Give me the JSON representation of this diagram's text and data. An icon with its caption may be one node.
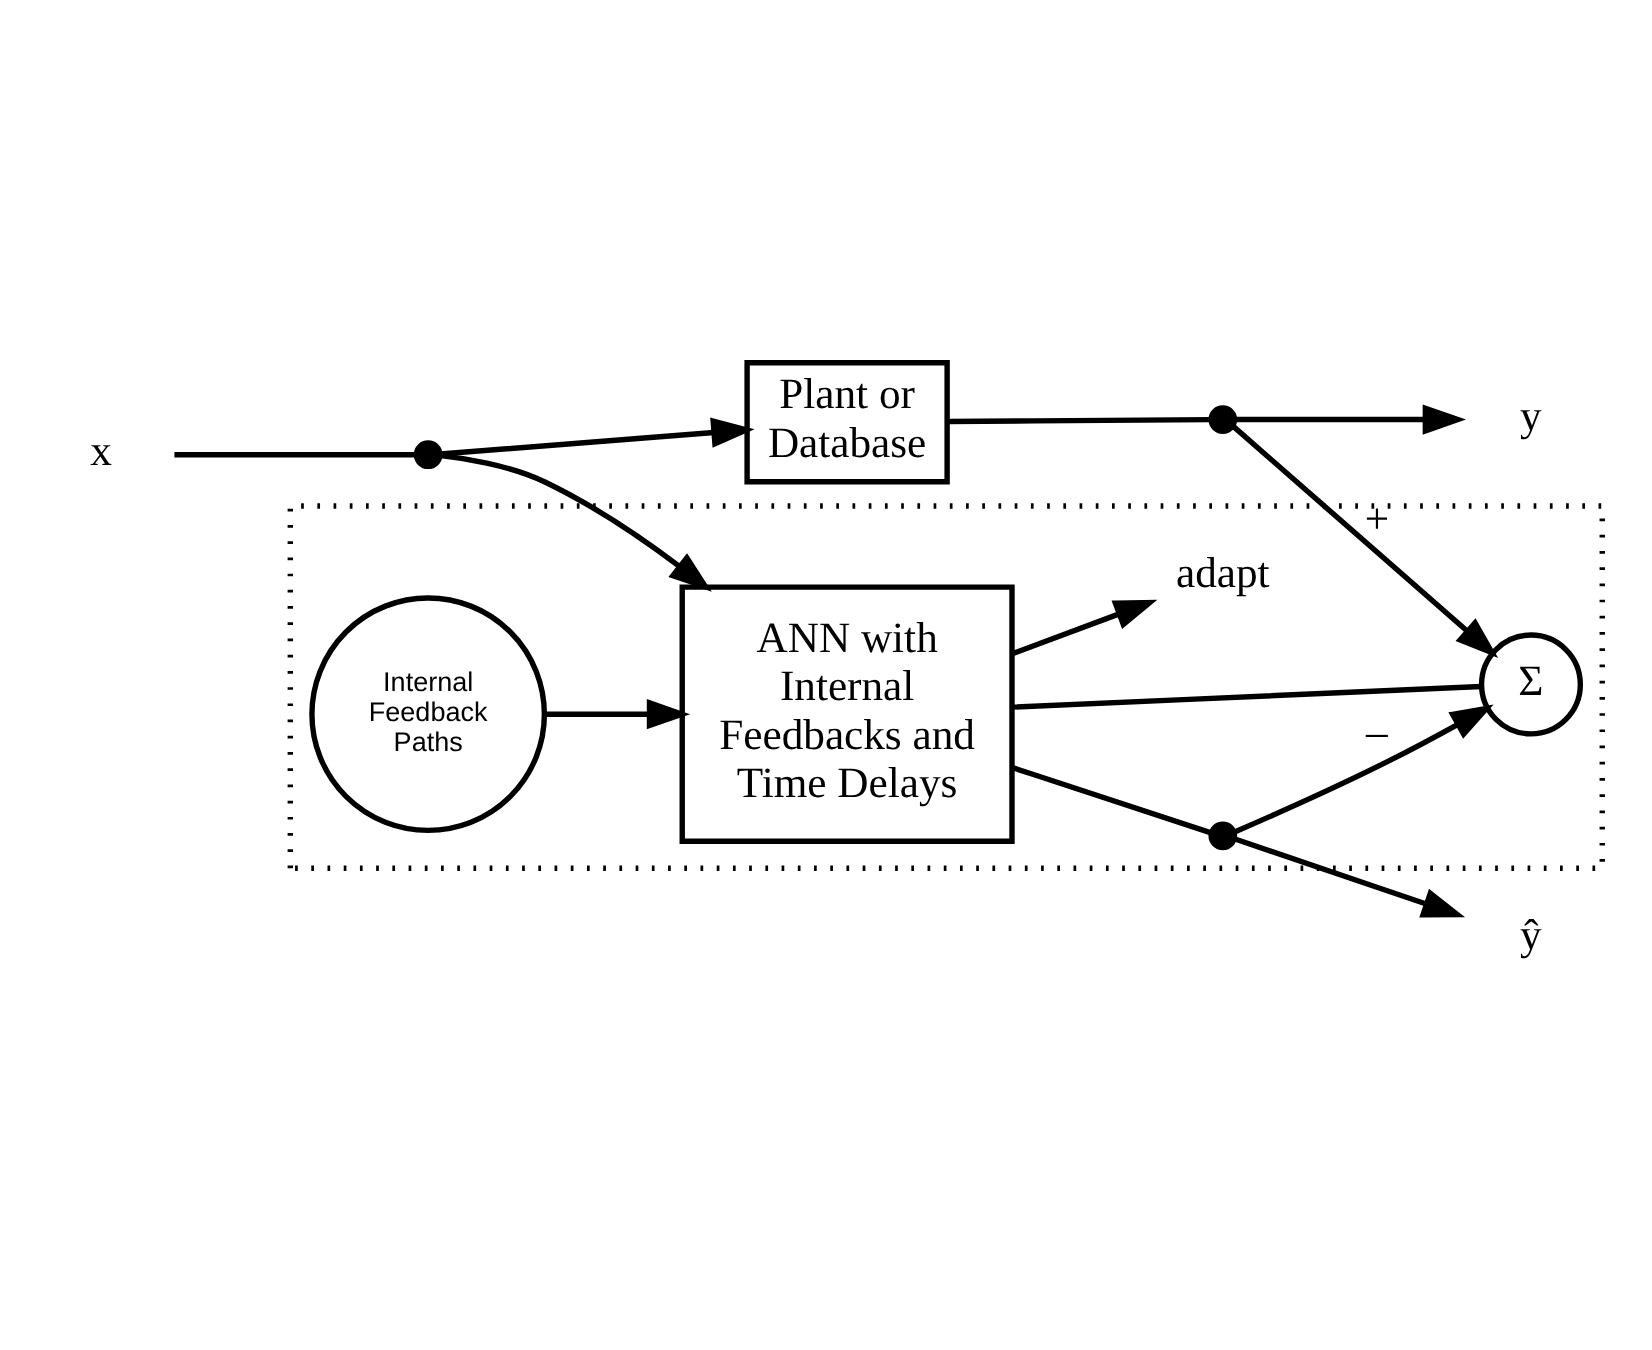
{
  "diagram": {
    "nodes": [
      {
        "text": [
          "x"
        ]
      },
      {
        "text": [],
        "shape": "dot"
      },
      {
        "text": [
          "Plant or Database"
        ]
      },
      {
        "text": [],
        "shape": "dot"
      },
      {
        "text": [
          "y"
        ]
      },
      {
        "text": [],
        "shape": "box"
      },
      {
        "text": [
          "Σ"
        ],
        "in": 5
      },
      {
        "text": [
          "ANN with Internal Feedbacks and Time Delays"
        ],
        "in": 5
      },
      {
        "text": [],
        "shape": "dot",
        "in": 5
      },
      {
        "text": [
          "ŷ"
        ]
      },
      {
        "text": [
          "adapt"
        ],
        "in": 5
      },
      {
        "text": [
          "Internal Feedback Paths"
        ],
        "in": 5
      }
    ],
    "edges": [
      {
        "from": 0,
        "to": 1,
        "arrow": "none"
      },
      {
        "from": 1,
        "to": 2,
        "arrow": "to"
      },
      {
        "from": 2,
        "to": 3,
        "arrow": "none"
      },
      {
        "from": 3,
        "to": 4,
        "arrow": "to"
      },
      {
        "from": 3,
        "to": 6,
        "arrow": "to",
        "label": "+"
      },
      {
        "from": 1,
        "to": 7,
        "arrow": "to"
      },
      {
        "from": 7,
        "to": 6,
        "arrow": "none"
      },
      {
        "from": 7,
        "to": 8,
        "arrow": "none"
      },
      {
        "from": 8,
        "to": 6,
        "arrow": "to",
        "label": "–"
      },
      {
        "from": 8,
        "to": 9,
        "arrow": "to"
      },
      {
        "from": 7,
        "to": 10,
        "arrow": "to"
      },
      {
        "from": 11,
        "to": 7,
        "arrow": "to"
      }
    ]
  }
}
